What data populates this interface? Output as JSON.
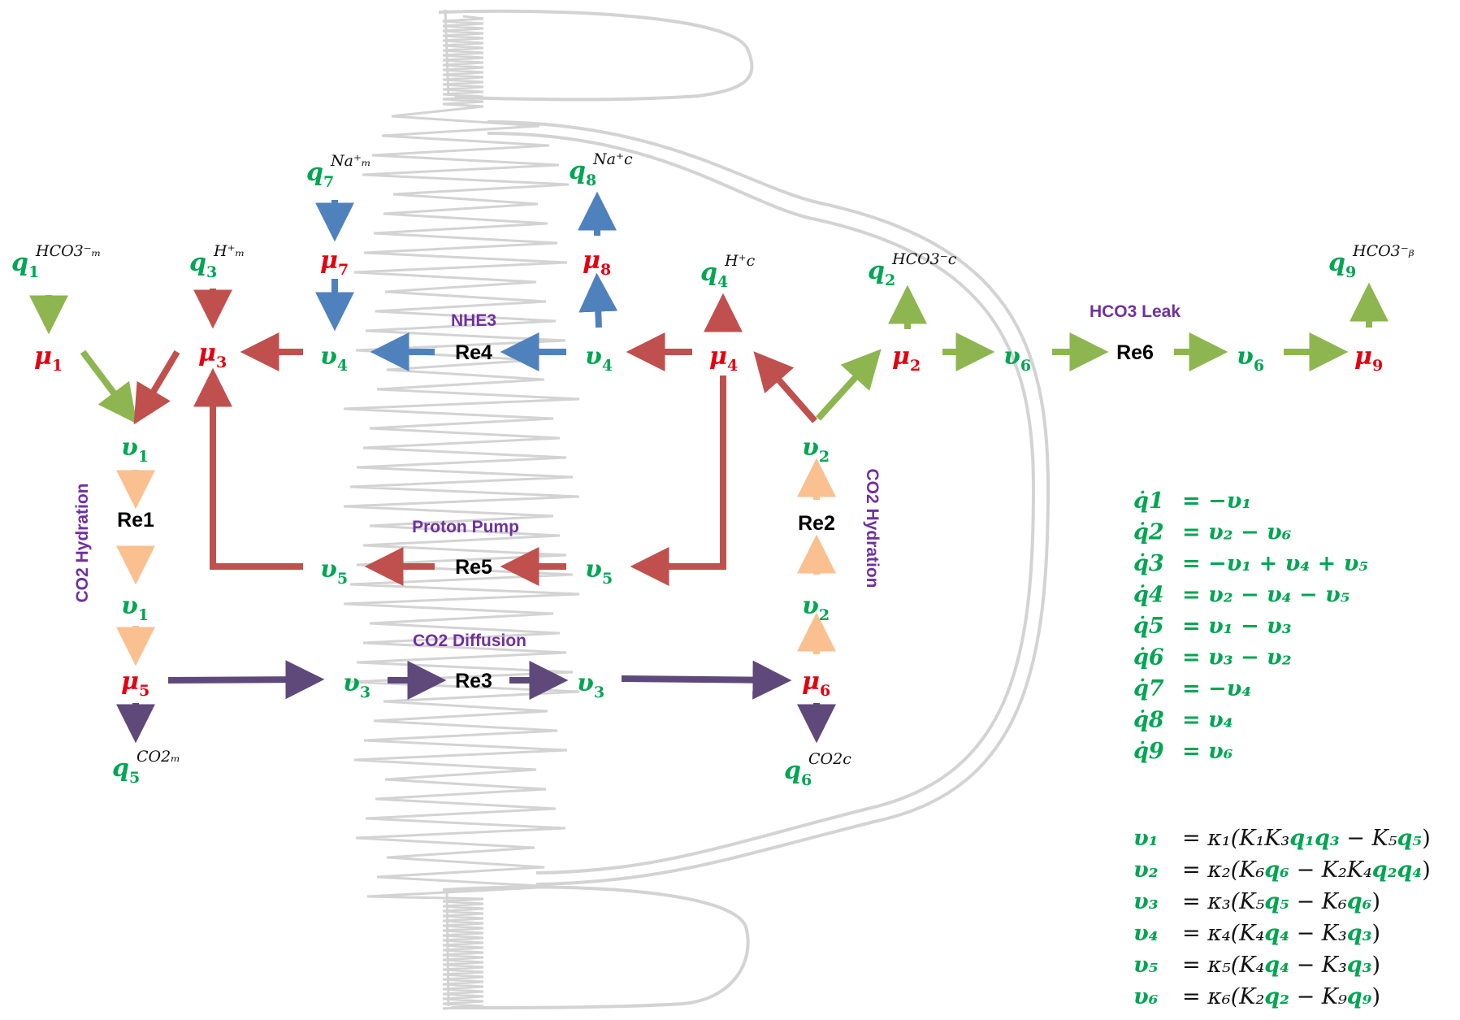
{
  "labels": {
    "nhe3": "NHE3",
    "proton_pump": "Proton Pump",
    "co2_diffusion": "CO2 Diffusion",
    "hco3_leak": "HCO3 Leak",
    "co2_hydration": "CO2 Hydration"
  },
  "reactions": {
    "re1": "Re1",
    "re2": "Re2",
    "re3": "Re3",
    "re4": "Re4",
    "re5": "Re5",
    "re6": "Re6"
  },
  "species": {
    "q1": {
      "base": "q",
      "sub": "1",
      "sup": "HCO3⁻ₘ"
    },
    "q2": {
      "base": "q",
      "sub": "2",
      "sup": "HCO3⁻𝑐"
    },
    "q3": {
      "base": "q",
      "sub": "3",
      "sup": "H⁺ₘ"
    },
    "q4": {
      "base": "q",
      "sub": "4",
      "sup": "H⁺𝑐"
    },
    "q5": {
      "base": "q",
      "sub": "5",
      "sup": "CO2ₘ"
    },
    "q6": {
      "base": "q",
      "sub": "6",
      "sup": "CO2𝑐"
    },
    "q7": {
      "base": "q",
      "sub": "7",
      "sup": "Na⁺ₘ"
    },
    "q8": {
      "base": "q",
      "sub": "8",
      "sup": "Na⁺𝑐"
    },
    "q9": {
      "base": "q",
      "sub": "9",
      "sup": "HCO3⁻ᵦ"
    }
  },
  "potentials": {
    "mu1": {
      "base": "μ",
      "sub": "1"
    },
    "mu2": {
      "base": "μ",
      "sub": "2"
    },
    "mu3": {
      "base": "μ",
      "sub": "3"
    },
    "mu4": {
      "base": "μ",
      "sub": "4"
    },
    "mu5": {
      "base": "μ",
      "sub": "5"
    },
    "mu6": {
      "base": "μ",
      "sub": "6"
    },
    "mu7": {
      "base": "μ",
      "sub": "7"
    },
    "mu8": {
      "base": "μ",
      "sub": "8"
    },
    "mu9": {
      "base": "μ",
      "sub": "9"
    }
  },
  "flows": {
    "v1": {
      "base": "υ",
      "sub": "1"
    },
    "v2": {
      "base": "υ",
      "sub": "2"
    },
    "v3": {
      "base": "υ",
      "sub": "3"
    },
    "v4": {
      "base": "υ",
      "sub": "4"
    },
    "v5": {
      "base": "υ",
      "sub": "5"
    },
    "v6": {
      "base": "υ",
      "sub": "6"
    }
  },
  "state_equations": [
    {
      "lhs": "q̇1",
      "rhs": "= −υ₁"
    },
    {
      "lhs": "q̇2",
      "rhs": "= υ₂ − υ₆"
    },
    {
      "lhs": "q̇3",
      "rhs": "= −υ₁ + υ₄ + υ₅"
    },
    {
      "lhs": "q̇4",
      "rhs": "= υ₂ − υ₄ − υ₅"
    },
    {
      "lhs": "q̇5",
      "rhs": "= υ₁ − υ₃"
    },
    {
      "lhs": "q̇6",
      "rhs": "= υ₃ − υ₂"
    },
    {
      "lhs": "q̇7",
      "rhs": "= −υ₄"
    },
    {
      "lhs": "q̇8",
      "rhs": "= υ₄"
    },
    {
      "lhs": "q̇9",
      "rhs": "= υ₆"
    }
  ],
  "rate_equations": [
    {
      "lhs": "υ₁",
      "rhs": "= κ₁(K₁K₃q₁q₃ − K₅q₅)"
    },
    {
      "lhs": "υ₂",
      "rhs": "= κ₂(K₆q₆ − K₂K₄q₂q₄)"
    },
    {
      "lhs": "υ₃",
      "rhs": "= κ₃(K₅q₅ − K₆q₆)"
    },
    {
      "lhs": "υ₄",
      "rhs": "= κ₄(K₄q₄ − K₃q₃)"
    },
    {
      "lhs": "υ₅",
      "rhs": "= κ₅(K₄q₄ − K₃q₃)"
    },
    {
      "lhs": "υ₆",
      "rhs": "= κ₆(K₂q₂ − K₉q₉)"
    }
  ],
  "colors": {
    "green_node": "#00a652",
    "red_node": "#e4000f",
    "green_arrow": "#8db650",
    "red_arrow": "#c0504d",
    "blue_arrow": "#4f81bd",
    "purple_arrow": "#5f497a",
    "peach_arrow": "#fac090",
    "label_purple": "#7030a0",
    "membrane_gray": "#d0d0d0"
  }
}
